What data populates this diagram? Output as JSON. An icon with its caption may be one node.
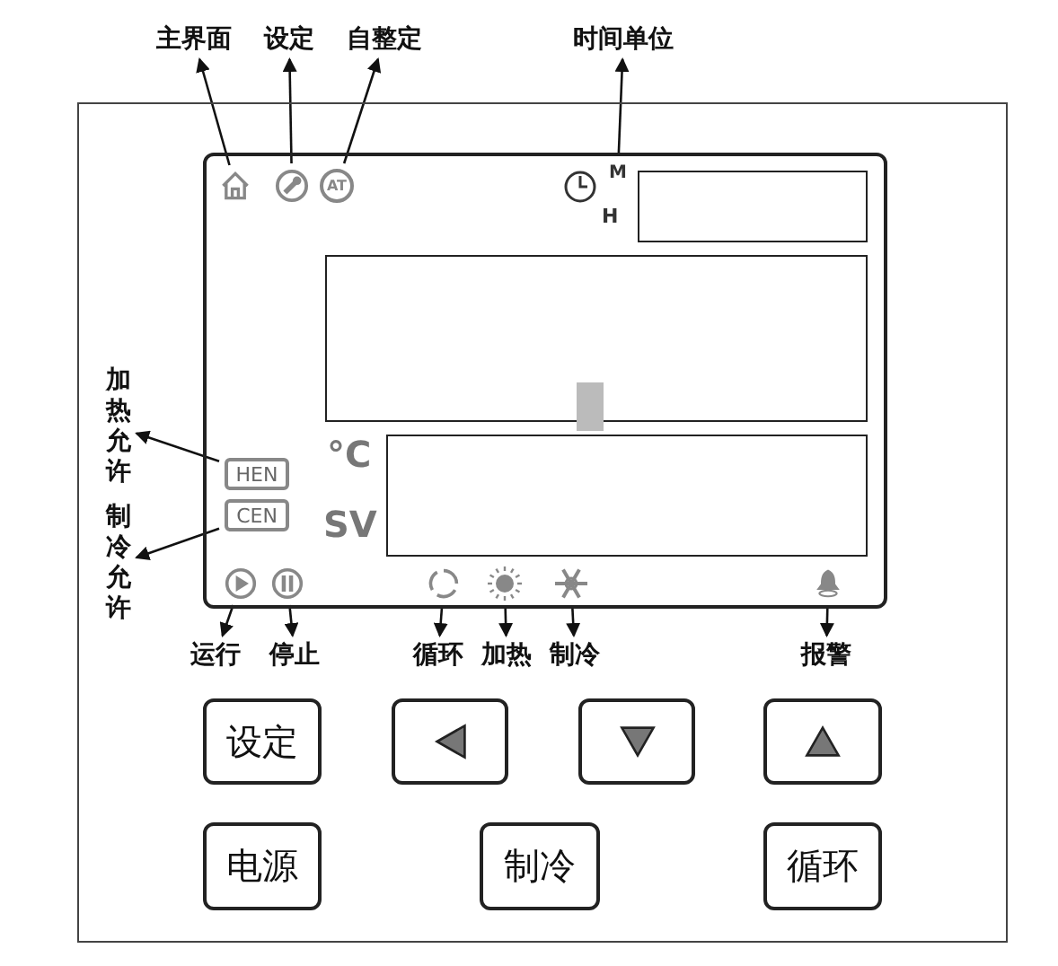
{
  "diagram": {
    "nodes": [
      {
        "text": [],
        "shape": "box"
      },
      {
        "text": [],
        "shape": "box",
        "in": 0
      },
      {
        "text": [],
        "shape": "house",
        "in": 1
      },
      {
        "text": [],
        "shape": "circle",
        "in": 1
      },
      {
        "text": [
          "AT"
        ],
        "in": 1
      },
      {
        "text": [],
        "shape": "clock",
        "in": 1
      },
      {
        "text": [
          "M"
        ],
        "in": 1
      },
      {
        "text": [],
        "shape": "box",
        "in": 1
      },
      {
        "text": [],
        "shape": "box",
        "in": 1
      },
      {
        "text": [],
        "shape": "bar",
        "in": 1
      },
      {
        "text": [],
        "shape": "box",
        "in": 1
      },
      {
        "text": [
          "HEN"
        ],
        "in": 1
      },
      {
        "text": [
          "CEN"
        ],
        "in": 1
      },
      {
        "text": [],
        "shape": "circle",
        "in": 1
      },
      {
        "text": [],
        "shape": "circle",
        "in": 1
      },
      {
        "text": [],
        "shape": "circle",
        "in": 1
      },
      {
        "text": [],
        "shape": "sun",
        "in": 1
      },
      {
        "text": [],
        "shape": "snowflake",
        "in": 1
      },
      {
        "text": [],
        "shape": "bell",
        "in": 1
      },
      {
        "text": [
          "设定"
        ],
        "in": 0
      },
      {
        "text": [],
        "shape": "box",
        "in": 0
      },
      {
        "text": [],
        "shape": "box",
        "in": 0
      },
      {
        "text": [],
        "shape": "box",
        "in": 0
      },
      {
        "text": [
          "电源"
        ],
        "in": 0
      },
      {
        "text": [
          "制冷"
        ],
        "in": 0
      },
      {
        "text": [
          "循环"
        ],
        "in": 0
      },
      {
        "text": [
          "主界面"
        ]
      },
      {
        "text": [
          "设定"
        ]
      },
      {
        "text": [
          "自整定"
        ]
      },
      {
        "text": [
          "时间单位"
        ]
      },
      {
        "text": [
          "加热允许"
        ],
        "in": 0
      },
      {
        "text": [
          "制冷允许"
        ],
        "in": 0
      },
      {
        "text": [
          "运行"
        ],
        "in": 0
      },
      {
        "text": [
          "停止"
        ],
        "in": 0
      },
      {
        "text": [
          "循环"
        ],
        "in": 0
      },
      {
        "text": [
          "加热"
        ],
        "in": 0
      },
      {
        "text": [
          "制冷"
        ],
        "in": 0
      },
      {
        "text": [
          "报警"
        ],
        "in": 0
      }
    ],
    "edges": [
      {
        "from": 2,
        "to": 26,
        "arrow": "to"
      },
      {
        "from": 3,
        "to": 27,
        "arrow": "to"
      },
      {
        "from": 4,
        "to": 28,
        "arrow": "to"
      },
      {
        "from": 6,
        "to": 29,
        "arrow": "to"
      },
      {
        "from": 11,
        "to": 30,
        "arrow": "to"
      },
      {
        "from": 12,
        "to": 31,
        "arrow": "to"
      },
      {
        "from": 13,
        "to": 32,
        "arrow": "to"
      },
      {
        "from": 14,
        "to": 33,
        "arrow": "to"
      },
      {
        "from": 15,
        "to": 34,
        "arrow": "to"
      },
      {
        "from": 16,
        "to": 35,
        "arrow": "to"
      },
      {
        "from": 17,
        "to": 36,
        "arrow": "to"
      },
      {
        "from": 18,
        "to": 37,
        "arrow": "to"
      }
    ],
    "labels": [
      "H",
      "°C",
      "SV"
    ]
  }
}
